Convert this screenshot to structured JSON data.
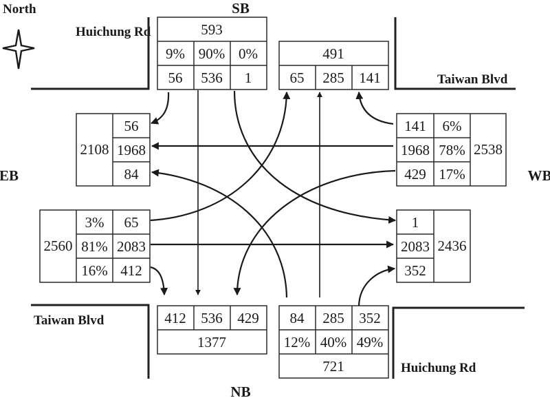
{
  "compass": {
    "label": "North",
    "icon": "four-point-star-icon"
  },
  "direction_labels": {
    "sb": "SB",
    "nb": "NB",
    "eb": "EB",
    "wb": "WB"
  },
  "road_labels": {
    "top_left": "Huichung Rd",
    "top_right": "Taiwan Blvd",
    "bottom_left": "Taiwan Blvd",
    "bottom_right": "Huichung Rd"
  },
  "approaches": {
    "sb_entry": {
      "total": "593",
      "percents": [
        "9%",
        "90%",
        "0%"
      ],
      "volumes": [
        "56",
        "536",
        "1"
      ]
    },
    "sb_exit": {
      "total": "491",
      "volumes": [
        "65",
        "285",
        "141"
      ]
    },
    "eb_exit": {
      "total": "2108",
      "volumes": [
        "56",
        "1968",
        "84"
      ]
    },
    "eb_entry": {
      "total": "2560",
      "percents": [
        "3%",
        "81%",
        "16%"
      ],
      "volumes": [
        "65",
        "2083",
        "412"
      ]
    },
    "wb_entry": {
      "total": "2538",
      "percents": [
        "6%",
        "78%",
        "17%"
      ],
      "volumes": [
        "141",
        "1968",
        "429"
      ]
    },
    "wb_exit": {
      "total": "2436",
      "volumes": [
        "1",
        "2083",
        "352"
      ]
    },
    "nb_exit": {
      "total": "1377",
      "volumes": [
        "412",
        "536",
        "429"
      ]
    },
    "nb_entry": {
      "total": "721",
      "percents": [
        "12%",
        "40%",
        "49%"
      ],
      "volumes": [
        "84",
        "285",
        "352"
      ]
    }
  },
  "colors": {
    "line": "#1a1a1a",
    "background": "#ffffff"
  }
}
